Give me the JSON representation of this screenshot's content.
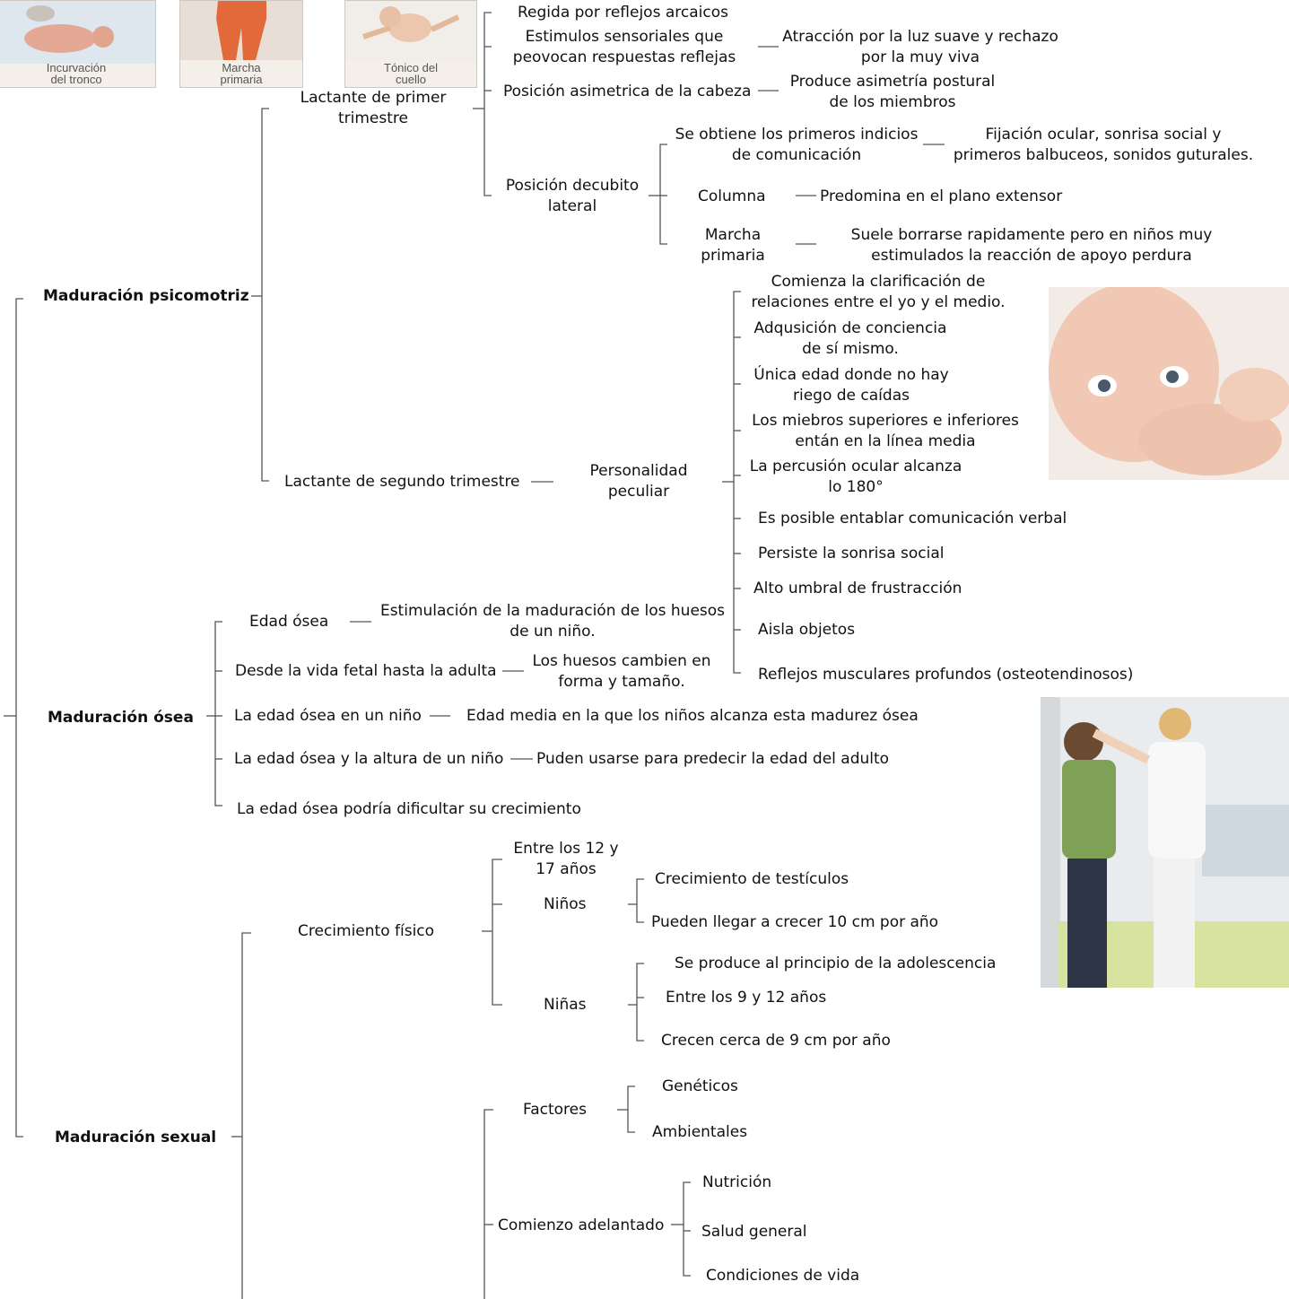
{
  "top_images": [
    {
      "icon": "infant-trunk-photo",
      "caption": "Incurvación\ndel tronco"
    },
    {
      "icon": "legs-walking-photo",
      "caption": "Marcha\nprimaria"
    },
    {
      "icon": "baby-neck-reflex-photo",
      "caption": "Tónico del\ncuello"
    }
  ],
  "psicomotriz": {
    "title": "Maduración psicomotriz",
    "lactante1": {
      "label": "Lactante de primer\ntrimestre",
      "reflejos": "Regida por reflejos arcaicos",
      "estimulos": "Estimulos sensoriales que\npeovocan respuestas reflejas",
      "estimulos_desc": "Atracción por la luz suave y rechazo\npor la muy viva",
      "cabeza": "Posición asimetrica de la cabeza",
      "cabeza_desc": "Produce asimetría postural\nde los miembros",
      "decubito": "Posición decubito\nlateral",
      "comunicacion": "Se obtiene los primeros indicios\nde comunicación",
      "comunicacion_desc": "Fijación ocular, sonrisa social y\nprimeros balbuceos, sonidos guturales.",
      "columna": "Columna",
      "columna_desc": "Predomina en el plano extensor",
      "marcha": "Marcha\nprimaria",
      "marcha_desc": "Suele borrarse rapidamente pero en niños muy\nestimulados la reacción de apoyo perdura"
    },
    "lactante2": {
      "label": "Lactante de segundo trimestre",
      "personalidad": "Personalidad\npeculiar",
      "items": [
        "Comienza la clarificación de\nrelaciones entre el yo y el medio.",
        "Adqusición de conciencia\nde sí mismo.",
        "Única edad donde no hay\nriego de caídas",
        "Los miebros superiores e inferiores\nentán en la línea media",
        "La percusión ocular alcanza\nlo 180°",
        "Es posible entablar comunicación verbal",
        "Persiste la sonrisa social",
        "Alto umbral de frustracción",
        "Aisla objetos",
        "Reflejos musculares profundos (osteotendinosos)"
      ]
    }
  },
  "osea": {
    "title": "Maduración ósea",
    "edad": "Edad ósea",
    "edad_desc": "Estimulación de la maduración de los huesos\nde un niño.",
    "fetal": "Desde la vida fetal hasta la adulta",
    "fetal_desc": "Los huesos cambien en\nforma y tamaño.",
    "nino": "La edad ósea en un niño",
    "nino_desc": "Edad media en la que los niños alcanza esta madurez ósea",
    "altura": "La edad ósea y la altura de un niño",
    "altura_desc": "Puden usarse para predecir la edad del adulto",
    "dificultar": "La edad ósea podría dificultar su crecimiento"
  },
  "sexual": {
    "title": "Maduración sexual",
    "crecimiento": "Crecimiento físico",
    "entre": "Entre los 12 y\n17 años",
    "ninos": "Niños",
    "ninos_items": [
      "Crecimiento de testículos",
      "Pueden llegar a crecer 10 cm por año"
    ],
    "ninas": "Niñas",
    "ninas_items": [
      "Se produce al principio de la adolescencia",
      "Entre los 9 y 12 años",
      "Crecen cerca de 9 cm por año"
    ],
    "factores": "Factores",
    "factores_items": [
      "Genéticos",
      "Ambientales"
    ],
    "adelantado": "Comienzo adelantado",
    "adelantado_items": [
      "Nutrición",
      "Salud general",
      "Condiciones de vida"
    ]
  },
  "photos": [
    "baby-sucking-foot-photo",
    "nurse-measuring-boy-photo"
  ]
}
